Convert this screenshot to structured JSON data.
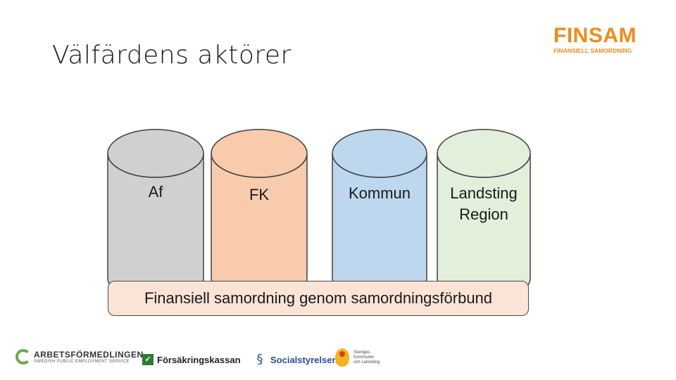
{
  "slide": {
    "title": "Välfärdens aktörer"
  },
  "brand": {
    "name": "FINSAM",
    "subtitle": "FINANSIELL SAMORDNING",
    "color": "#f08a1d"
  },
  "diagram": {
    "cylinders": [
      {
        "label_lines": [
          "Af"
        ],
        "fill": "#d0d0d0"
      },
      {
        "label_lines": [
          "FK"
        ],
        "fill": "#f8cbad"
      },
      {
        "label_lines": [
          "Kommun"
        ],
        "fill": "#bdd7ee"
      },
      {
        "label_lines": [
          "Landsting",
          "Region"
        ],
        "fill": "#e2efda"
      }
    ],
    "banner": {
      "text": "Finansiell samordning genom samordningsförbund",
      "fill": "#fbe3d6"
    },
    "stroke_color": "#404040"
  },
  "logos": {
    "arbetsformedlingen": {
      "name": "ARBETSFÖRMEDLINGEN",
      "sub": "SWEDISH PUBLIC EMPLOYMENT SERVICE",
      "icon": "arbetsformedlingen-logo-icon"
    },
    "forsakringskassan": {
      "name": "Försäkringskassan",
      "icon": "forsakringskassan-logo-icon"
    },
    "socialstyrelsen": {
      "name": "Socialstyrelsen",
      "icon": "socialstyrelsen-logo-icon"
    },
    "skl": {
      "lines": [
        "Sveriges",
        "Kommuner",
        "och Landsting"
      ],
      "icon": "skl-logo-icon"
    }
  }
}
